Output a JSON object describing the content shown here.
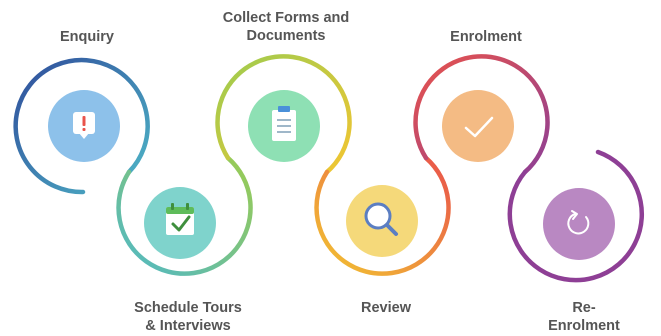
{
  "steps": [
    {
      "label": "Enquiry",
      "icon": "exclamation-bubble-icon",
      "color": "#8dc1ea"
    },
    {
      "label": "Schedule Tours\n& Interviews",
      "icon": "calendar-check-icon",
      "color": "#7fd3cc"
    },
    {
      "label": "Collect Forms and\nDocuments",
      "icon": "clipboard-icon",
      "color": "#8ee0b4"
    },
    {
      "label": "Review",
      "icon": "magnifier-icon",
      "color": "#f5d97a"
    },
    {
      "label": "Enrolment",
      "icon": "checkmark-icon",
      "color": "#f4bb84"
    },
    {
      "label": "Re-Enrolment",
      "icon": "refresh-icon",
      "color": "#b988c2"
    }
  ],
  "path_colors": [
    "#2f4c9b",
    "#4fb8c8",
    "#9ccc50",
    "#f2c531",
    "#e9534b",
    "#8e3f95"
  ]
}
